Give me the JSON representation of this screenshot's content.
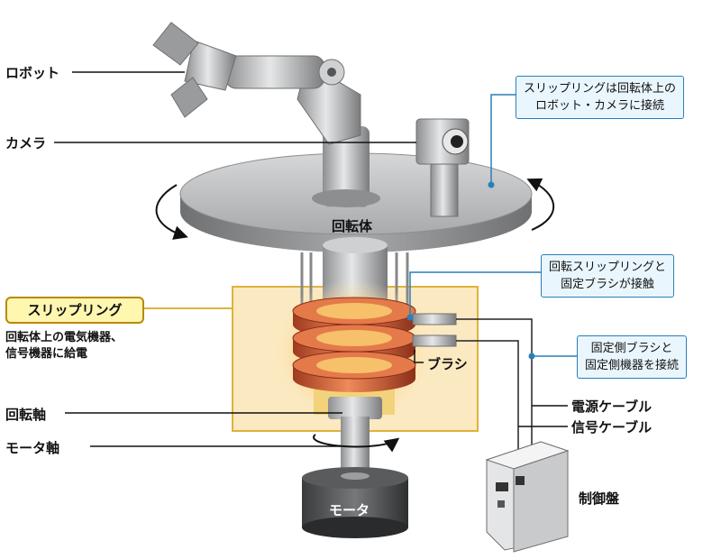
{
  "labels": {
    "robot": "ロボット",
    "camera": "カメラ",
    "rotor": "回転体",
    "slipring_title": "スリップリング",
    "slipring_desc_1": "回転体上の電気機器、",
    "slipring_desc_2": "信号機器に給電",
    "rotating_shaft": "回転軸",
    "motor_shaft": "モータ軸",
    "motor": "モータ",
    "brush": "ブラシ",
    "power_cable": "電源ケーブル",
    "signal_cable": "信号ケーブル",
    "control_panel": "制御盤"
  },
  "callouts": {
    "top_1": "スリップリングは回転体上の",
    "top_2": "ロボット・カメラに接続",
    "mid_1": "回転スリップリングと",
    "mid_2": "固定ブラシが接触",
    "low_1": "固定側ブラシと",
    "low_2": "固定側機器を接続"
  },
  "colors": {
    "callout_border": "#2a7fb8",
    "slip_region_fill": "#fbe9c2",
    "slip_region_border": "#e0b23c",
    "ring_copper": "#d9603a",
    "metal_gray": "#b7b8ba"
  }
}
